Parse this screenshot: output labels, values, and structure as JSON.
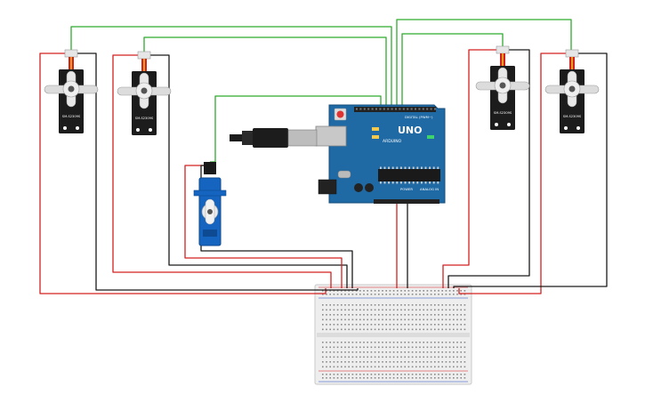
{
  "servo_model_label": "SM-S2309S",
  "arduino": {
    "brand": "ARDUINO",
    "model": "UNO",
    "digital_header": "DIGITAL (PWM~)",
    "power_header": "POWER",
    "analog_header": "ANALOG IN"
  },
  "colors": {
    "signal_wire": "#2eaa2e",
    "power_wire": "#d32020",
    "ground_wire": "#1a1a1a",
    "arduino_board": "#1f6aa5",
    "servo_body_black": "#1c1c1c",
    "servo_body_blue": "#1565c0",
    "breadboard": "#ececec"
  }
}
